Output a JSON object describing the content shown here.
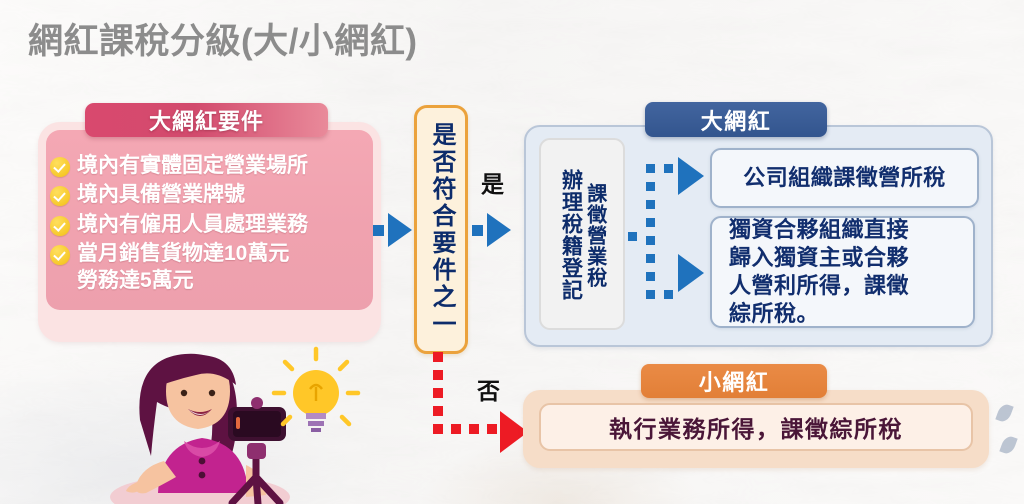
{
  "page": {
    "title": "網紅課稅分級(大/小網紅)"
  },
  "requirements_panel": {
    "header": "大網紅要件",
    "icon": "check-circle-icon",
    "items": [
      "境內有實體固定營業場所",
      "境內具備營業牌號",
      "境內有僱用人員處理業務",
      "當月銷售貨物達10萬元\n勞務達5萬元"
    ]
  },
  "decision": {
    "text": "是否符合要件之一",
    "yes_label": "是",
    "no_label": "否"
  },
  "big_influencer": {
    "header": "大網紅",
    "vertical_steps": [
      "辦理稅籍登記",
      "課徵營業稅"
    ],
    "outcomes": [
      "公司組織課徵營所稅",
      "獨資合夥組織直接\n歸入獨資主或合夥\n人營利所得，課徵\n綜所稅。"
    ]
  },
  "small_influencer": {
    "header": "小網紅",
    "outcome": "執行業務所得，課徵綜所稅"
  },
  "illustration": {
    "name": "influencer-filming-illustration",
    "elements": [
      "woman",
      "smartphone-on-tripod",
      "lightbulb-icon"
    ]
  },
  "colors": {
    "title": "#8c8c8c",
    "pink_header": "#d9496e",
    "pink_body": "#f0a2af",
    "decision_border": "#eba23c",
    "decision_fill": "#fdf1dc",
    "blue_header": "#33558e",
    "blue_panel": "#e4ebf4",
    "blue_arrow": "#1f72bd",
    "navy_text": "#112e6e",
    "orange_header": "#e27f37",
    "orange_panel": "#f6ddc8",
    "red_arrow": "#ed1b24",
    "purple_text": "#4a1638",
    "check_icon": "#f3bf14"
  }
}
